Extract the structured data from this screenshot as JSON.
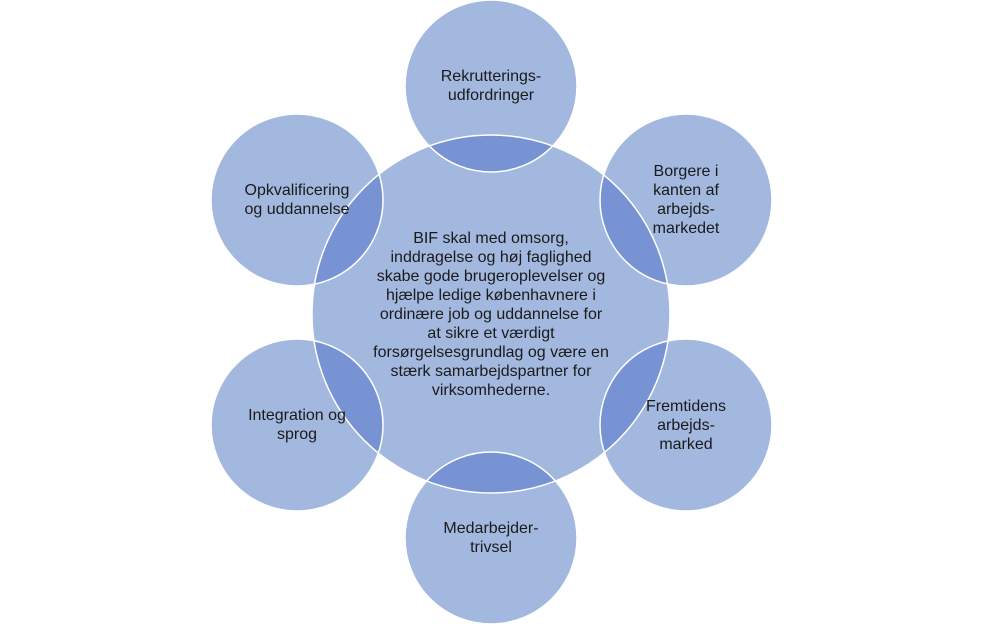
{
  "diagram": {
    "center": {
      "text": "BIF skal med omsorg,\ninddragelse og høj faglighed\nskabe gode brugeroplevelser og\nhjælpe ledige københavnere i\nordinære job og uddannelse for\nat sikre et værdigt\nforsørgelsesgrundlag og være en\nstærk samarbejdspartner for\nvirksomhederne."
    },
    "nodes": [
      {
        "id": "rekruttering",
        "text": "Rekrutterings-\nudfordringer"
      },
      {
        "id": "borgere",
        "text": "Borgere i\nkanten af\narbejds-\nmarkedet"
      },
      {
        "id": "fremtidens",
        "text": "Fremtidens\narbejds-\nmarked"
      },
      {
        "id": "medarbejder",
        "text": "Medarbejder-\ntrivsel"
      },
      {
        "id": "integration",
        "text": "Integration og\nsprog"
      },
      {
        "id": "opkvalificering",
        "text": "Opkvalificering\nog uddannelse"
      }
    ],
    "colors": {
      "fill": "#a3b8df",
      "stroke": "#ffffff",
      "overlap": "#7793d3"
    }
  }
}
